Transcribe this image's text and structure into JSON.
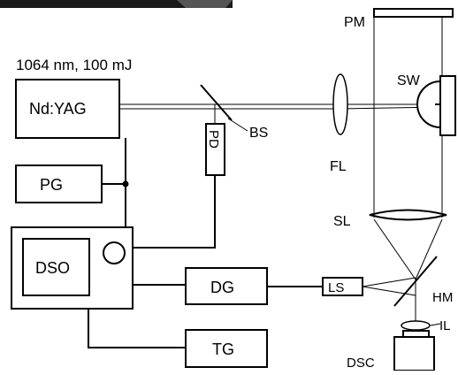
{
  "labels": {
    "laser_spec": "1064 nm, 100 mJ",
    "laser": "Nd:YAG",
    "pulse_generator": "PG",
    "oscilloscope": "DSO",
    "delay_generator": "DG",
    "trigger_generator": "TG",
    "photodiode": "PD",
    "beam_splitter": "BS",
    "focusing_lens": "FL",
    "shock_wave": "SW",
    "parabolic_mirror": "PM",
    "schlieren_lens": "SL",
    "light_source": "LS",
    "half_mirror": "HM",
    "imaging_lens": "IL",
    "camera": "DSC"
  }
}
